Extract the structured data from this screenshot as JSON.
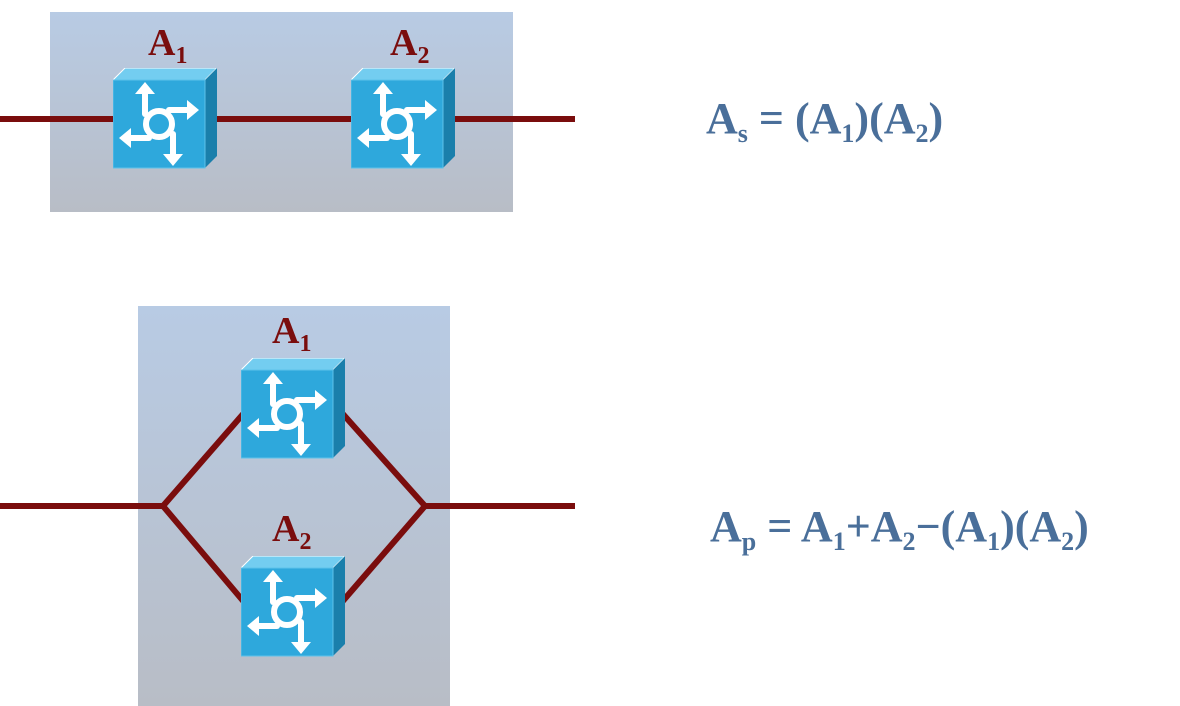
{
  "colors": {
    "panel_top": "#b8cbe4",
    "panel_bottom": "#b8bdc6",
    "wire": "#7a0d0d",
    "label": "#7a0d0d",
    "device_front": "#2ea8dc",
    "device_top": "#73cdf0",
    "device_side": "#1a7fab",
    "formula": "#4a6f9a"
  },
  "icons": [
    "router-icon"
  ],
  "series": {
    "label_1": {
      "base": "A",
      "sub": "1"
    },
    "label_2": {
      "base": "A",
      "sub": "2"
    },
    "formula": {
      "lhs_base": "A",
      "lhs_sub": "s",
      "equals": " = ",
      "t1_open": "(A",
      "t1_sub": "1",
      "t1_close": ")",
      "t2_open": "(A",
      "t2_sub": "2",
      "t2_close": ")"
    }
  },
  "parallel": {
    "label_1": {
      "base": "A",
      "sub": "1"
    },
    "label_2": {
      "base": "A",
      "sub": "2"
    },
    "formula": {
      "lhs_base": "A",
      "lhs_sub": "p",
      "equals": " = ",
      "a": "A",
      "a_sub": "1",
      "plus": "+",
      "b": "A",
      "b_sub": "2",
      "minus": "−",
      "t1_open": "(A",
      "t1_sub": "1",
      "t1_close": ")",
      "t2_open": "(A",
      "t2_sub": "2",
      "t2_close": ")"
    }
  }
}
